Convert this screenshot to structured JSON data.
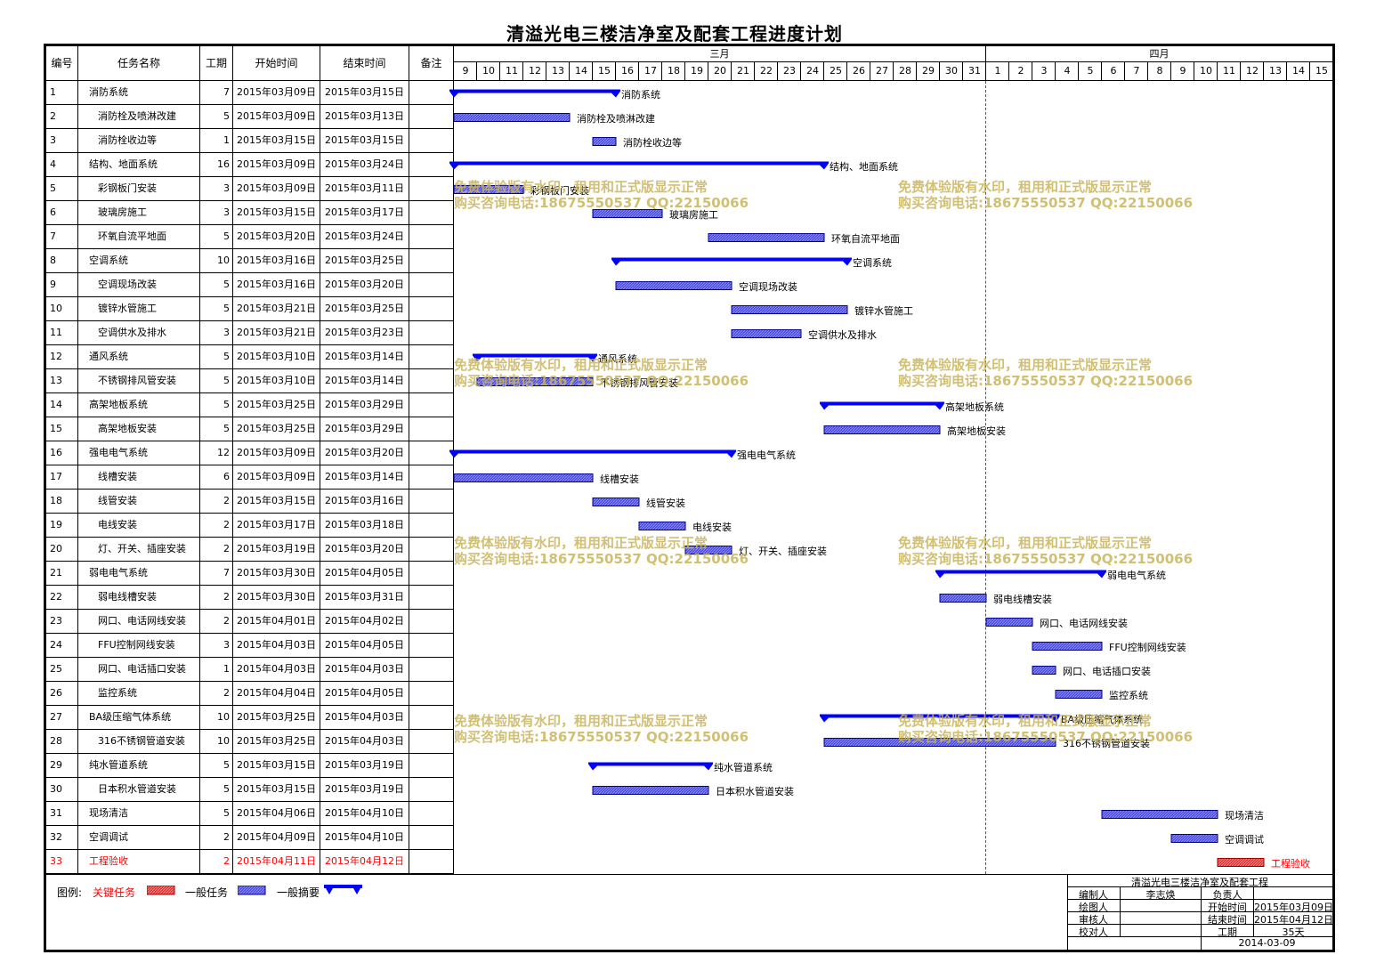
{
  "title": "清溢光电三楼洁净室及配套工程进度计划",
  "columns": {
    "id": "编号",
    "name": "任务名称",
    "duration": "工期",
    "start": "开始时间",
    "end": "结束时间",
    "note": "备注"
  },
  "months": [
    {
      "label": "三月",
      "days": [
        "9",
        "10",
        "11",
        "12",
        "13",
        "14",
        "15",
        "16",
        "17",
        "18",
        "19",
        "20",
        "21",
        "22",
        "23",
        "24",
        "25",
        "26",
        "27",
        "28",
        "29",
        "30",
        "31"
      ]
    },
    {
      "label": "四月",
      "days": [
        "1",
        "2",
        "3",
        "4",
        "5",
        "6",
        "7",
        "8",
        "9",
        "10",
        "11",
        "12",
        "13",
        "14",
        "15"
      ]
    }
  ],
  "colors": {
    "summary": "#0000ff",
    "task": "#3a3adc",
    "critical": "#e03030",
    "critical_text": "#ff0000",
    "watermark": "#c9b45a"
  },
  "chart_data": {
    "type": "gantt",
    "title": "清溢光电三楼洁净室及配套工程进度计划",
    "x_range": [
      "2015-03-09",
      "2015-04-15"
    ],
    "tasks": [
      {
        "id": "1",
        "name": "消防系统",
        "duration": "7",
        "start": "2015年03月09日",
        "end": "2015年03月15日",
        "kind": "summary",
        "indent": 0
      },
      {
        "id": "2",
        "name": "消防栓及喷淋改建",
        "duration": "5",
        "start": "2015年03月09日",
        "end": "2015年03月13日",
        "kind": "task",
        "indent": 1
      },
      {
        "id": "3",
        "name": "消防栓收边等",
        "duration": "1",
        "start": "2015年03月15日",
        "end": "2015年03月15日",
        "kind": "task",
        "indent": 1
      },
      {
        "id": "4",
        "name": "结构、地面系统",
        "duration": "16",
        "start": "2015年03月09日",
        "end": "2015年03月24日",
        "kind": "summary",
        "indent": 0
      },
      {
        "id": "5",
        "name": "彩钢板门安装",
        "duration": "3",
        "start": "2015年03月09日",
        "end": "2015年03月11日",
        "kind": "task",
        "indent": 1
      },
      {
        "id": "6",
        "name": "玻璃房施工",
        "duration": "3",
        "start": "2015年03月15日",
        "end": "2015年03月17日",
        "kind": "task",
        "indent": 1
      },
      {
        "id": "7",
        "name": "环氧自流平地面",
        "duration": "5",
        "start": "2015年03月20日",
        "end": "2015年03月24日",
        "kind": "task",
        "indent": 1
      },
      {
        "id": "8",
        "name": "空调系统",
        "duration": "10",
        "start": "2015年03月16日",
        "end": "2015年03月25日",
        "kind": "summary",
        "indent": 0
      },
      {
        "id": "9",
        "name": "空调现场改装",
        "duration": "5",
        "start": "2015年03月16日",
        "end": "2015年03月20日",
        "kind": "task",
        "indent": 1
      },
      {
        "id": "10",
        "name": "镀锌水管施工",
        "duration": "5",
        "start": "2015年03月21日",
        "end": "2015年03月25日",
        "kind": "task",
        "indent": 1
      },
      {
        "id": "11",
        "name": "空调供水及排水",
        "duration": "3",
        "start": "2015年03月21日",
        "end": "2015年03月23日",
        "kind": "task",
        "indent": 1
      },
      {
        "id": "12",
        "name": "通风系统",
        "duration": "5",
        "start": "2015年03月10日",
        "end": "2015年03月14日",
        "kind": "summary",
        "indent": 0
      },
      {
        "id": "13",
        "name": "不锈钢排风管安装",
        "duration": "5",
        "start": "2015年03月10日",
        "end": "2015年03月14日",
        "kind": "task",
        "indent": 1
      },
      {
        "id": "14",
        "name": "高架地板系统",
        "duration": "5",
        "start": "2015年03月25日",
        "end": "2015年03月29日",
        "kind": "summary",
        "indent": 0
      },
      {
        "id": "15",
        "name": "高架地板安装",
        "duration": "5",
        "start": "2015年03月25日",
        "end": "2015年03月29日",
        "kind": "task",
        "indent": 1
      },
      {
        "id": "16",
        "name": "强电电气系统",
        "duration": "12",
        "start": "2015年03月09日",
        "end": "2015年03月20日",
        "kind": "summary",
        "indent": 0
      },
      {
        "id": "17",
        "name": "线槽安装",
        "duration": "6",
        "start": "2015年03月09日",
        "end": "2015年03月14日",
        "kind": "task",
        "indent": 1
      },
      {
        "id": "18",
        "name": "线管安装",
        "duration": "2",
        "start": "2015年03月15日",
        "end": "2015年03月16日",
        "kind": "task",
        "indent": 1
      },
      {
        "id": "19",
        "name": "电线安装",
        "duration": "2",
        "start": "2015年03月17日",
        "end": "2015年03月18日",
        "kind": "task",
        "indent": 1
      },
      {
        "id": "20",
        "name": "灯、开关、插座安装",
        "duration": "2",
        "start": "2015年03月19日",
        "end": "2015年03月20日",
        "kind": "task",
        "indent": 1
      },
      {
        "id": "21",
        "name": "弱电电气系统",
        "duration": "7",
        "start": "2015年03月30日",
        "end": "2015年04月05日",
        "kind": "summary",
        "indent": 0
      },
      {
        "id": "22",
        "name": "弱电线槽安装",
        "duration": "2",
        "start": "2015年03月30日",
        "end": "2015年03月31日",
        "kind": "task",
        "indent": 1
      },
      {
        "id": "23",
        "name": "网口、电话网线安装",
        "duration": "2",
        "start": "2015年04月01日",
        "end": "2015年04月02日",
        "kind": "task",
        "indent": 1
      },
      {
        "id": "24",
        "name": "FFU控制网线安装",
        "duration": "3",
        "start": "2015年04月03日",
        "end": "2015年04月05日",
        "kind": "task",
        "indent": 1
      },
      {
        "id": "25",
        "name": "网口、电话插口安装",
        "duration": "1",
        "start": "2015年04月03日",
        "end": "2015年04月03日",
        "kind": "task",
        "indent": 1
      },
      {
        "id": "26",
        "name": "监控系统",
        "duration": "2",
        "start": "2015年04月04日",
        "end": "2015年04月05日",
        "kind": "task",
        "indent": 1
      },
      {
        "id": "27",
        "name": "BA级压缩气体系统",
        "duration": "10",
        "start": "2015年03月25日",
        "end": "2015年04月03日",
        "kind": "summary",
        "indent": 0
      },
      {
        "id": "28",
        "name": "316不锈钢管道安装",
        "duration": "10",
        "start": "2015年03月25日",
        "end": "2015年04月03日",
        "kind": "task",
        "indent": 1
      },
      {
        "id": "29",
        "name": "纯水管道系统",
        "duration": "5",
        "start": "2015年03月15日",
        "end": "2015年03月19日",
        "kind": "summary",
        "indent": 0
      },
      {
        "id": "30",
        "name": "日本积水管道安装",
        "duration": "5",
        "start": "2015年03月15日",
        "end": "2015年03月19日",
        "kind": "task",
        "indent": 1
      },
      {
        "id": "31",
        "name": "现场清洁",
        "duration": "5",
        "start": "2015年04月06日",
        "end": "2015年04月10日",
        "kind": "task",
        "indent": 0
      },
      {
        "id": "32",
        "name": "空调调试",
        "duration": "2",
        "start": "2015年04月09日",
        "end": "2015年04月10日",
        "kind": "task",
        "indent": 0
      },
      {
        "id": "33",
        "name": "工程验收",
        "duration": "2",
        "start": "2015年04月11日",
        "end": "2015年04月12日",
        "kind": "critical",
        "indent": 0
      }
    ]
  },
  "legend": {
    "label": "图例:",
    "critical": "关键任务",
    "task": "一般任务",
    "summary": "一般摘要"
  },
  "title_block": {
    "project": "清溢光电三楼洁净室及配套工程",
    "editor_label": "编制人",
    "editor": "李志焕",
    "owner_label": "负责人",
    "drawer_label": "绘图人",
    "start_label": "开始时间",
    "start": "2015年03月09日",
    "reviewer_label": "审核人",
    "end_label": "结束时间",
    "end": "2015年04月12日",
    "checker_label": "校对人",
    "duration_label": "工期",
    "duration": "35天",
    "date": "2014-03-09"
  },
  "watermark": {
    "line1": "免费体验版有水印，租用和正式版显示正常",
    "line2": "购买咨询电话:18675550537 QQ:22150066"
  }
}
